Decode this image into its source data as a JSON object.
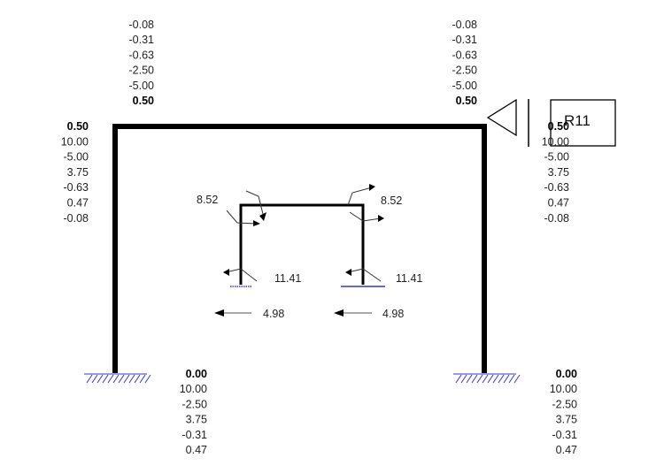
{
  "top_left_values": [
    "-0.08",
    "-0.31",
    "-0.63",
    "-2.50",
    "-5.00",
    "0.50"
  ],
  "top_right_values": [
    "-0.08",
    "-0.31",
    "-0.63",
    "-2.50",
    "-5.00",
    "0.50"
  ],
  "left_side_values": [
    "0.50",
    "10.00",
    "-5.00",
    "3.75",
    "-0.63",
    "0.47",
    "-0.08"
  ],
  "right_side_values": [
    "0.50",
    "10.00",
    "-5.00",
    "3.75",
    "-0.63",
    "0.47",
    "-0.08"
  ],
  "bottom_left_values": [
    "0.00",
    "10.00",
    "-2.50",
    "3.75",
    "-0.31",
    "0.47"
  ],
  "bottom_right_values": [
    "0.00",
    "10.00",
    "-2.50",
    "3.75",
    "-0.31",
    "0.47"
  ],
  "inner_frame": {
    "moment_left": "8.52",
    "moment_right": "8.52",
    "base_moment_left": "11.41",
    "base_moment_right": "11.41",
    "reaction_left": "4.98",
    "reaction_right": "4.98"
  },
  "label_box": "R11",
  "colors": {
    "frame": "#000000",
    "support": "#3333dd",
    "text": "#222222"
  }
}
